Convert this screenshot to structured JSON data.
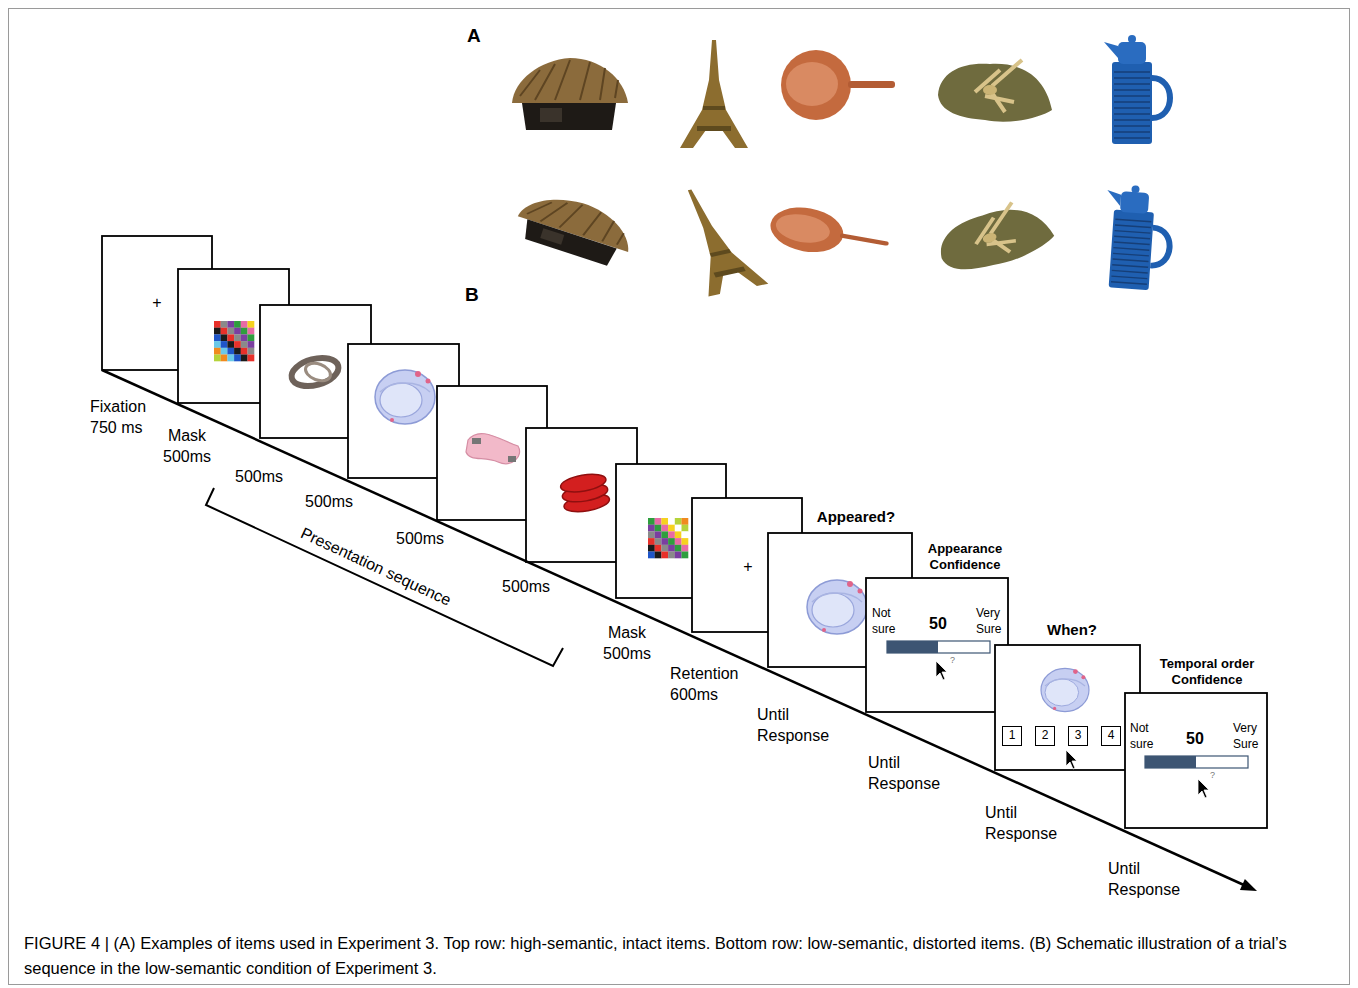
{
  "diagram": {
    "caption": "FIGURE 4 | (A) Examples of items used in Experiment 3. Top row: high-semantic, intact items. Bottom row: low-semantic, distorted items. (B) Schematic illustration of a trial’s sequence in the low-semantic condition of Experiment 3.",
    "nodes": [
      {
        "text": [
          "+"
        ]
      },
      {
        "text": [
          "+"
        ]
      },
      {
        "text": [
          "Appeared?"
        ]
      },
      {
        "text": [
          "Appearance Confidence",
          "Not sure",
          "50",
          "Very Sure"
        ]
      },
      {
        "text": [
          "When?"
        ]
      },
      {
        "text": [
          "1"
        ],
        "in": 4
      },
      {
        "text": [
          "2"
        ],
        "in": 4
      },
      {
        "text": [
          "3"
        ],
        "in": 4
      },
      {
        "text": [
          "4"
        ],
        "in": 4
      },
      {
        "text": [
          "Temporal order Confidence",
          "Not sure",
          "50",
          "Very Sure"
        ]
      }
    ],
    "labels": [
      "A",
      "B",
      "Fixation 750 ms",
      "Mask 500ms",
      "500ms",
      "500ms",
      "500ms",
      "500ms",
      "Presentation sequence",
      "Mask 500ms",
      "Retention 600ms",
      "Until Response",
      "Until Response",
      "Until Response",
      "Until Response",
      "?",
      "?"
    ]
  }
}
